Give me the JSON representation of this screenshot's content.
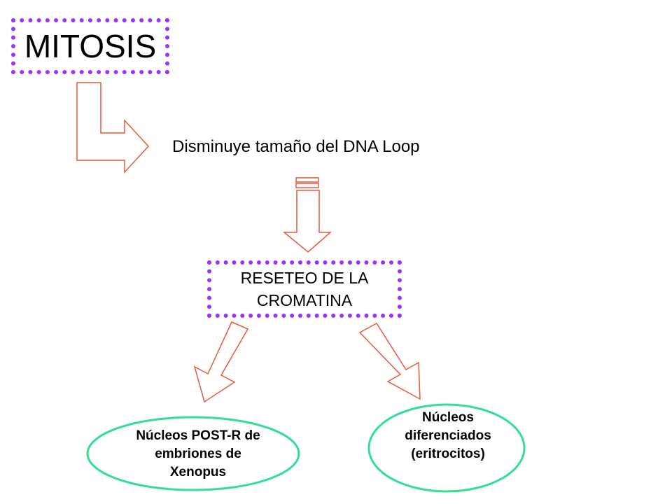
{
  "title": "MITOSIS",
  "step1": "Disminuye tamaño del DNA Loop",
  "reset": {
    "line1": "RESETEO DE LA",
    "line2": "CROMATINA"
  },
  "outcome_left": {
    "line1": "Núcleos POST-R de",
    "line2": "embriones de",
    "line3": "Xenopus"
  },
  "outcome_right": {
    "line1": "Núcleos",
    "line2": "diferenciados",
    "line3": "(eritrocitos)"
  },
  "colors": {
    "box_border": "#9933ff",
    "arrow": "#e8593a",
    "ellipse": "#33dd99"
  }
}
